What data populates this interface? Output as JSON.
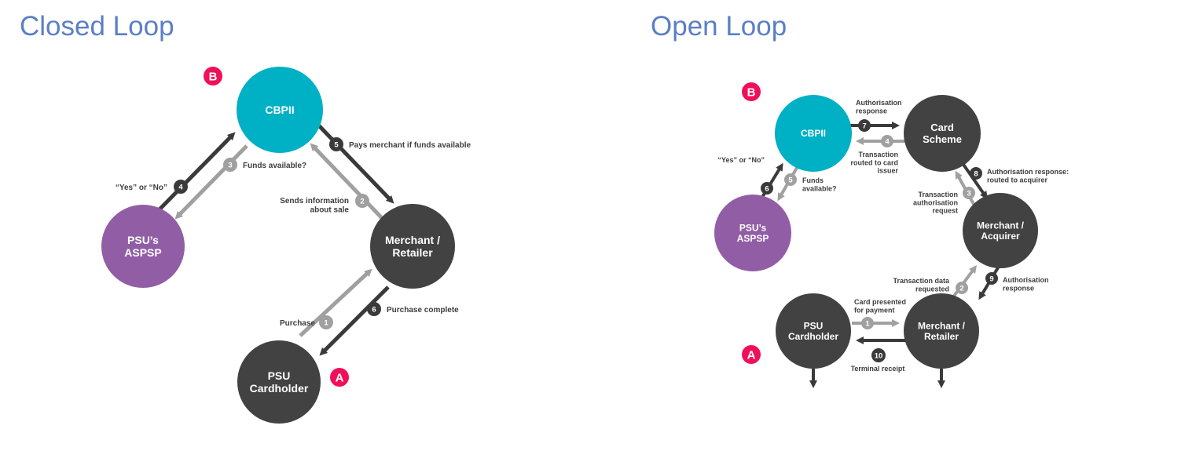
{
  "colors": {
    "title": "#5b7fc4",
    "cbpii": "#00b0c4",
    "aspsp": "#915ea5",
    "dark_node": "#424242",
    "dark_arrow": "#3a3a3a",
    "light_arrow": "#a0a0a0",
    "badge": "#f0105a",
    "label_text": "#3d3d3d"
  },
  "closed_loop": {
    "title": "Closed Loop",
    "badges": {
      "b": "B",
      "a": "A"
    },
    "nodes": {
      "cbpii": [
        "CBPII"
      ],
      "aspsp": [
        "PSU’s",
        "ASPSP"
      ],
      "merchant": [
        "Merchant /",
        "Retailer"
      ],
      "cardholder": [
        "PSU",
        "Cardholder"
      ]
    },
    "steps": [
      {
        "num": "1",
        "label": [
          "Purchase"
        ]
      },
      {
        "num": "2",
        "label": [
          "Sends information",
          "about sale"
        ]
      },
      {
        "num": "3",
        "label": [
          "Funds available?"
        ]
      },
      {
        "num": "4",
        "label": [
          "“Yes” or “No”"
        ]
      },
      {
        "num": "5",
        "label": [
          "Pays merchant if funds available"
        ]
      },
      {
        "num": "6",
        "label": [
          "Purchase complete"
        ]
      }
    ]
  },
  "open_loop": {
    "title": "Open Loop",
    "badges": {
      "b": "B",
      "a": "A"
    },
    "nodes": {
      "cbpii": [
        "CBPII"
      ],
      "card_scheme": [
        "Card",
        "Scheme"
      ],
      "aspsp": [
        "PSU’s",
        "ASPSP"
      ],
      "acquirer": [
        "Merchant /",
        "Acquirer"
      ],
      "cardholder": [
        "PSU",
        "Cardholder"
      ],
      "retailer": [
        "Merchant /",
        "Retailer"
      ]
    },
    "steps": [
      {
        "num": "1",
        "label": [
          "Card presented",
          "for payment"
        ]
      },
      {
        "num": "2",
        "label": [
          "Transaction data",
          "requested"
        ]
      },
      {
        "num": "3",
        "label": [
          "Transaction",
          "authorisation",
          "request"
        ]
      },
      {
        "num": "4",
        "label": [
          "Transaction",
          "routed to card",
          "issuer"
        ]
      },
      {
        "num": "5",
        "label": [
          "Funds",
          "available?"
        ]
      },
      {
        "num": "6",
        "label": [
          "“Yes” or “No”"
        ]
      },
      {
        "num": "7",
        "label": [
          "Authorisation",
          "response"
        ]
      },
      {
        "num": "8",
        "label": [
          "Authorisation response:",
          "routed to acquirer"
        ]
      },
      {
        "num": "9",
        "label": [
          "Authorisation",
          "response"
        ]
      },
      {
        "num": "10",
        "label": [
          "Terminal receipt"
        ]
      }
    ]
  }
}
